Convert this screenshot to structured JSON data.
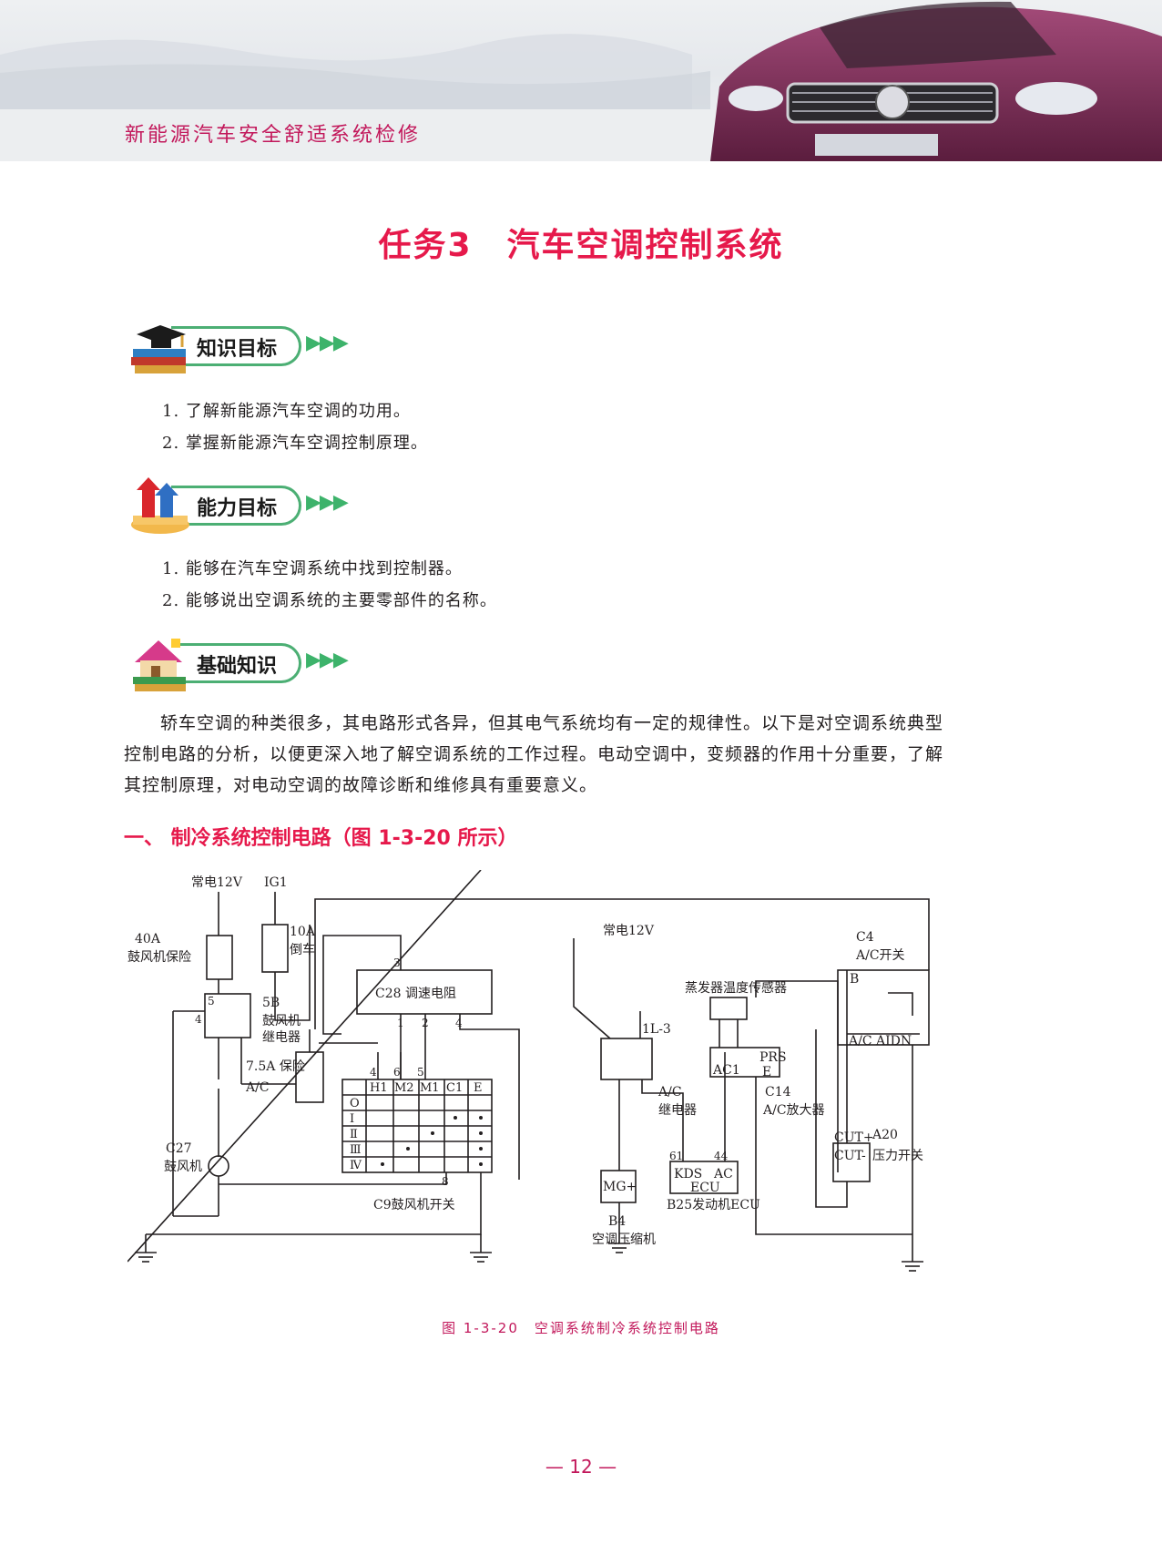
{
  "header": {
    "book_title": "新能源汽车安全舒适系统检修"
  },
  "task_title": "任务3　汽车空调控制系统",
  "sections": [
    {
      "label": "知识目标",
      "items": [
        "1. 了解新能源汽车空调的功用。",
        "2. 掌握新能源汽车空调控制原理。"
      ]
    },
    {
      "label": "能力目标",
      "items": [
        "1. 能够在汽车空调系统中找到控制器。",
        "2. 能够说出空调系统的主要零部件的名称。"
      ]
    },
    {
      "label": "基础知识",
      "items": []
    }
  ],
  "paragraph": [
    "　　轿车空调的种类很多，其电路形式各异，但其电气系统均有一定的规律性。以下是对空调系统典型",
    "控制电路的分析，以便更深入地了解空调系统的工作过程。电动空调中，变频器的作用十分重要，了解",
    "其控制原理，对电动空调的故障诊断和维修具有重要意义。"
  ],
  "subheading": "一、 制冷系统控制电路（图 1-3-20 所示）",
  "diagram": {
    "labels": {
      "power12v_left": "常电12V",
      "ig1": "IG1",
      "fuse40a_a": "40A",
      "fuse40a_b": "鼓风机保险",
      "fuse10a_a": "10A",
      "fuse10a_b": "倒车",
      "relay5b": "5B",
      "relay_blower_a": "鼓风机",
      "relay_blower_b": "继电器",
      "fuse75a": "7.5A 保险",
      "fuse75a_ac": "A/C",
      "c28": "C28 调速电阻",
      "c27": "C27",
      "blower_motor": "鼓风机",
      "c9": "C9鼓风机开关",
      "power12v_mid": "常电12V",
      "l13": "1L-3",
      "ac_relay_a": "A/C",
      "ac_relay_b": "继电器",
      "evap_sensor": "蒸发器温度传感器",
      "prs": "PRS",
      "ac1": "AC1",
      "e": "E",
      "c14": "C14",
      "ac_amp": "A/C放大器",
      "b4": "B4",
      "compressor": "空调压缩机",
      "mg": "MG+",
      "kds": "KDS",
      "ac": "AC",
      "ecu": "ECU",
      "b25": "B25发动机ECU",
      "c4": "C4",
      "ac_switch": "A/C开关",
      "b": "B",
      "ac_aidn": "A/C AIDN",
      "a20": "A20",
      "pressure_switch": "压力开关",
      "cut_plus": "CUT+",
      "cut_minus": "CUT-"
    },
    "switch_headers": [
      "H1",
      "M2",
      "M1",
      "C1",
      "E"
    ],
    "switch_rows": [
      "O",
      "Ⅰ",
      "Ⅱ",
      "Ⅲ",
      "Ⅳ"
    ],
    "pins": {
      "p3": "3",
      "p1": "1",
      "p2": "2",
      "p4": "4",
      "p5": "5",
      "p6": "6",
      "p8": "8",
      "p61": "61",
      "p44": "44"
    }
  },
  "caption": "图 1-3-20　空调系统制冷系统控制电路",
  "page_number": "— 12 —"
}
